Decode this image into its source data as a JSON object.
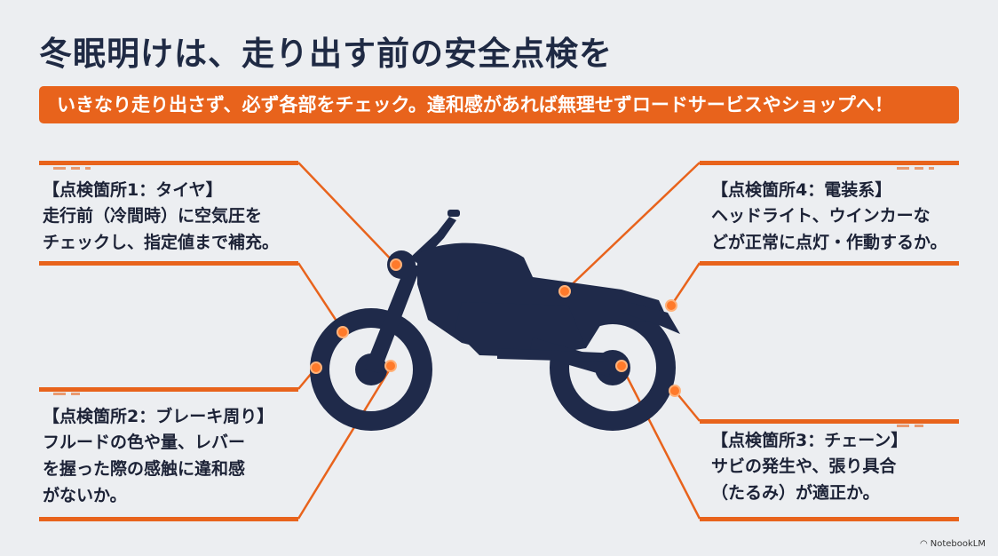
{
  "title": "冬眠明けは、走り出す前の安全点検を",
  "banner": "いきなり走り出さず、必ず各部をチェック。違和感があれば無理せずロードサービスやショップへ！",
  "accent_color": "#e8631c",
  "bike_color": "#1f2a4a",
  "callouts": {
    "tire": {
      "heading": "【点検箇所1：タイヤ】",
      "line1": "走行前（冷間時）に空気圧を",
      "line2": "チェックし、指定値まで補充。"
    },
    "brake": {
      "heading": "【点検箇所2：ブレーキ周り】",
      "line1": "フルードの色や量、レバー",
      "line2": "を握った際の感触に違和感",
      "line3": "がないか。"
    },
    "chain": {
      "heading": "【点検箇所3：チェーン】",
      "line1": "サビの発生や、張り具合",
      "line2": "（たるみ）が適正か。"
    },
    "electrical": {
      "heading": "【点検箇所4：電装系】",
      "line1": "ヘッドライト、ウインカーな",
      "line2": "どが正常に点灯・作動するか。"
    }
  },
  "footer": {
    "icon": "notebooklm-logo-icon",
    "text": "NotebookLM"
  }
}
